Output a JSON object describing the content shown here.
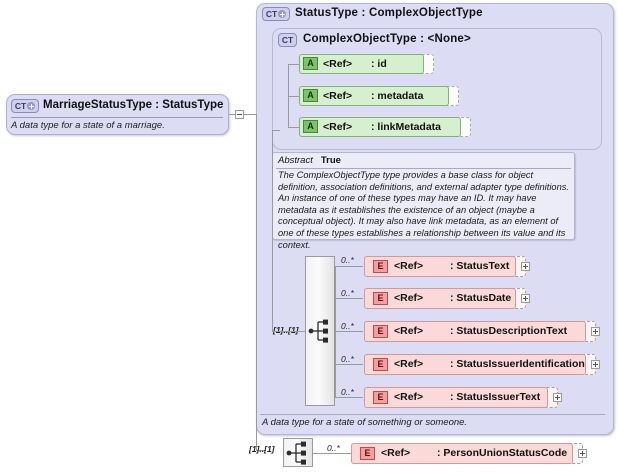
{
  "diagram": {
    "kind": "xsd-schema-diagram",
    "colors": {
      "complex_type_fill": "#dcdcf4",
      "attribute_fill": "#d6f0cf",
      "element_fill": "#fbd9d9",
      "annotation_fill": "#ececf8",
      "background": "#ffffff"
    }
  },
  "root": {
    "badge": "CT",
    "badge_expandable": true,
    "title": "MarriageStatusType : StatusType",
    "annotation": "A data type for a state of a marriage.",
    "toggle": "minus"
  },
  "status_type": {
    "badge": "CT",
    "badge_expandable": true,
    "title": "StatusType : ComplexObjectType",
    "annotation": "A data type for a state of something or someone."
  },
  "complex_object_type": {
    "badge": "CT",
    "badge_expandable": false,
    "title": "ComplexObjectType : <None>",
    "attributes": [
      {
        "badge": "A",
        "ref": "<Ref>",
        "name": ": id"
      },
      {
        "badge": "A",
        "ref": "<Ref>",
        "name": ": metadata"
      },
      {
        "badge": "A",
        "ref": "<Ref>",
        "name": ": linkMetadata"
      }
    ],
    "abstract": {
      "label": "Abstract",
      "value": "True",
      "text": "The ComplexObjectType type provides a base class for object definition, association definitions, and external adapter type definitions. An instance of one of these types may have an ID. It may have metadata as it establishes the existence of an object (maybe a conceptual object). It may also have link metadata, as an element of one of these types establishes a relationship between its value and its context."
    }
  },
  "status_sequence": {
    "compositor": "sequence",
    "cardinality": "[1]..[1]",
    "elements": [
      {
        "badge": "E",
        "ref": "<Ref>",
        "name": ": StatusText",
        "cardinality": "0..*",
        "toggle": "plus"
      },
      {
        "badge": "E",
        "ref": "<Ref>",
        "name": ": StatusDate",
        "cardinality": "0..*",
        "toggle": "plus"
      },
      {
        "badge": "E",
        "ref": "<Ref>",
        "name": ": StatusDescriptionText",
        "cardinality": "0..*",
        "toggle": "plus"
      },
      {
        "badge": "E",
        "ref": "<Ref>",
        "name": ": StatusIssuerIdentification",
        "cardinality": "0..*",
        "toggle": "plus"
      },
      {
        "badge": "E",
        "ref": "<Ref>",
        "name": ": StatusIssuerText",
        "cardinality": "0..*",
        "toggle": "plus"
      }
    ]
  },
  "marriage_sequence": {
    "compositor": "sequence",
    "cardinality": "[1]..[1]",
    "elements": [
      {
        "badge": "E",
        "ref": "<Ref>",
        "name": ": PersonUnionStatusCode",
        "cardinality": "0..*",
        "toggle": "plus"
      }
    ]
  }
}
